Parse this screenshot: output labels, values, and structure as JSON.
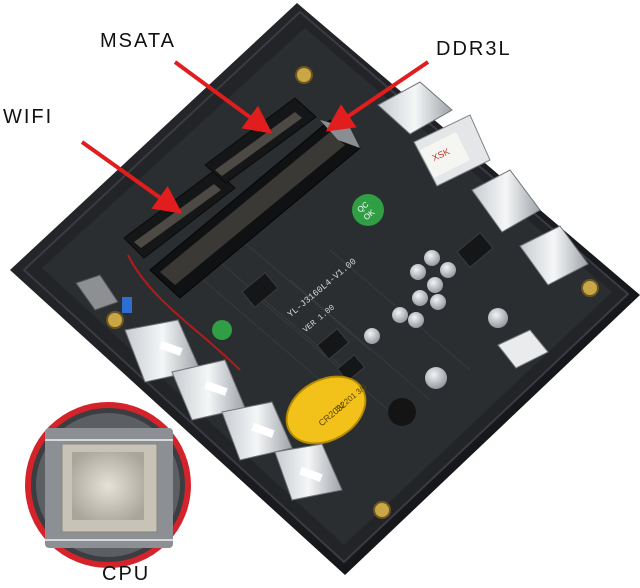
{
  "labels": {
    "msata": "MSATA",
    "ddr": "DDR3L",
    "wifi": "WIFI",
    "cpu": "CPU"
  },
  "board_markings": {
    "model_main": "YL-J3160L4-V1.00",
    "model_rev": "VER 1.00",
    "qc_sticker": "QC",
    "qc_sticker_2": "OK",
    "battery_text": "CR2032",
    "battery_code": "3V 201 3/6",
    "brand_sticker": "XSK"
  },
  "colors": {
    "arrow": "#e21d1d",
    "chassis": "#1c1d20",
    "pcb": "#2b2e30",
    "battery": "#f2c21a",
    "cpu_ring": "#d4232a"
  }
}
